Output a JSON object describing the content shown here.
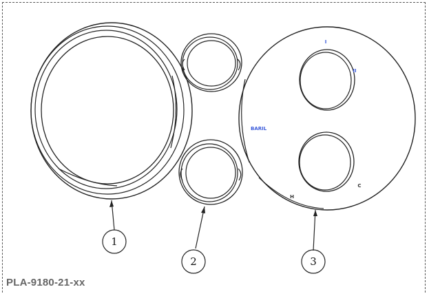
{
  "part_code": "PLA-9180-21-xx",
  "balloons": [
    {
      "label": "1"
    },
    {
      "label": "2"
    },
    {
      "label": "3"
    }
  ],
  "plate_markings": {
    "brand": "BARIL",
    "top": "I",
    "right": "II",
    "hot": "H",
    "cold": "C"
  },
  "colors": {
    "line": "#222222",
    "marking": "#3b5bdb",
    "frame": "#555555",
    "part_code": "#666666"
  }
}
